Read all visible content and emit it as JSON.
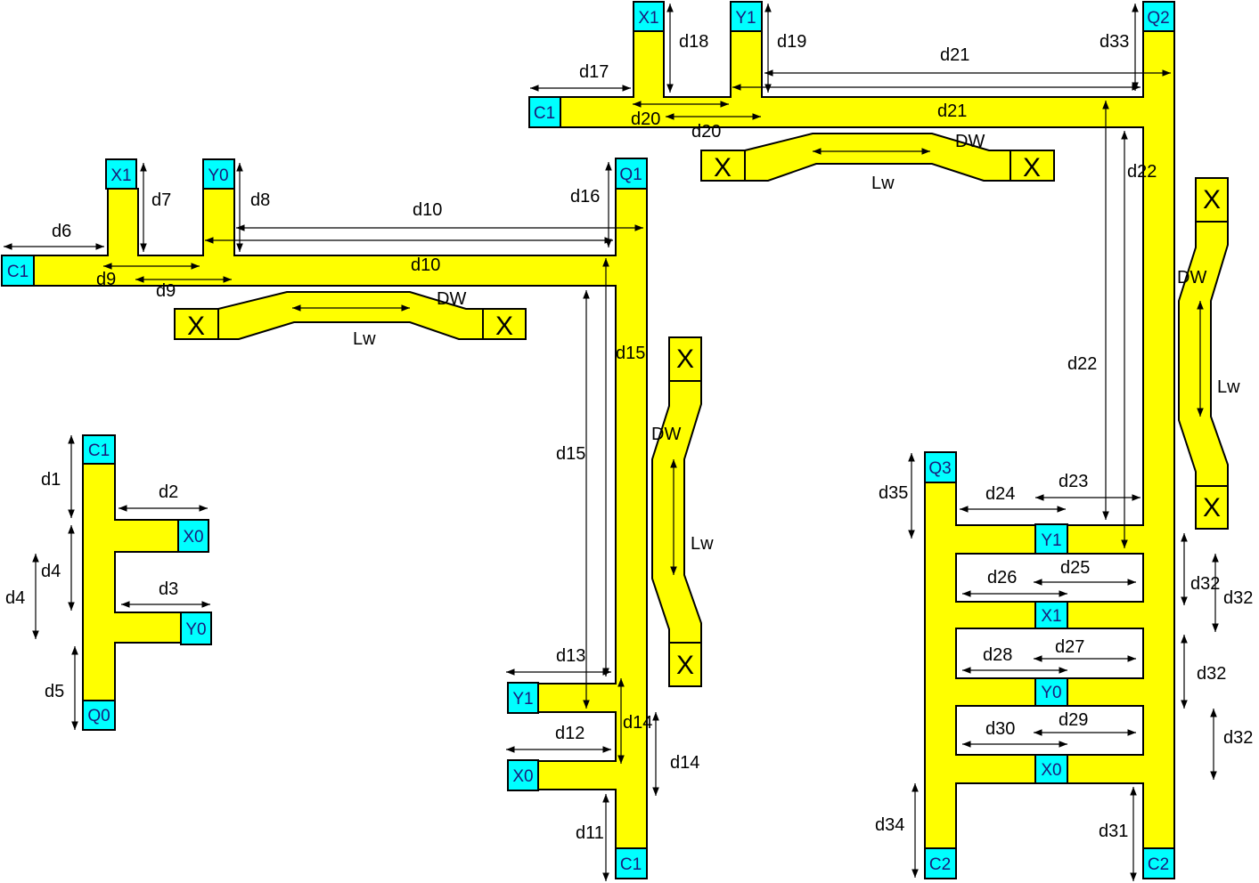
{
  "diagram": {
    "colors": {
      "trace": "#ffff00",
      "pad": "#00ffff",
      "outline": "#000000",
      "pad_text": "#1a1a7a"
    },
    "pad_labels": {
      "c1": "C1",
      "c2": "C2",
      "q0": "Q0",
      "q1": "Q1",
      "q2": "Q2",
      "q3": "Q3",
      "x0": "X0",
      "x1": "X1",
      "y0": "Y0",
      "y1": "Y1",
      "x": "X"
    },
    "dimension_labels": {
      "d1": "d1",
      "d2": "d2",
      "d3": "d3",
      "d4": "d4",
      "d5": "d5",
      "d6": "d6",
      "d7": "d7",
      "d8": "d8",
      "d9": "d9",
      "d10": "d10",
      "d11": "d11",
      "d12": "d12",
      "d13": "d13",
      "d14": "d14",
      "d15": "d15",
      "d16": "d16",
      "d17": "d17",
      "d18": "d18",
      "d19": "d19",
      "d20": "d20",
      "d21": "d21",
      "d22": "d22",
      "d23": "d23",
      "d24": "d24",
      "d25": "d25",
      "d26": "d26",
      "d27": "d27",
      "d28": "d28",
      "d29": "d29",
      "d30": "d30",
      "d31": "d31",
      "d32": "d32",
      "d33": "d33",
      "d34": "d34",
      "d35": "d35",
      "dw": "DW",
      "lw": "Lw"
    }
  }
}
